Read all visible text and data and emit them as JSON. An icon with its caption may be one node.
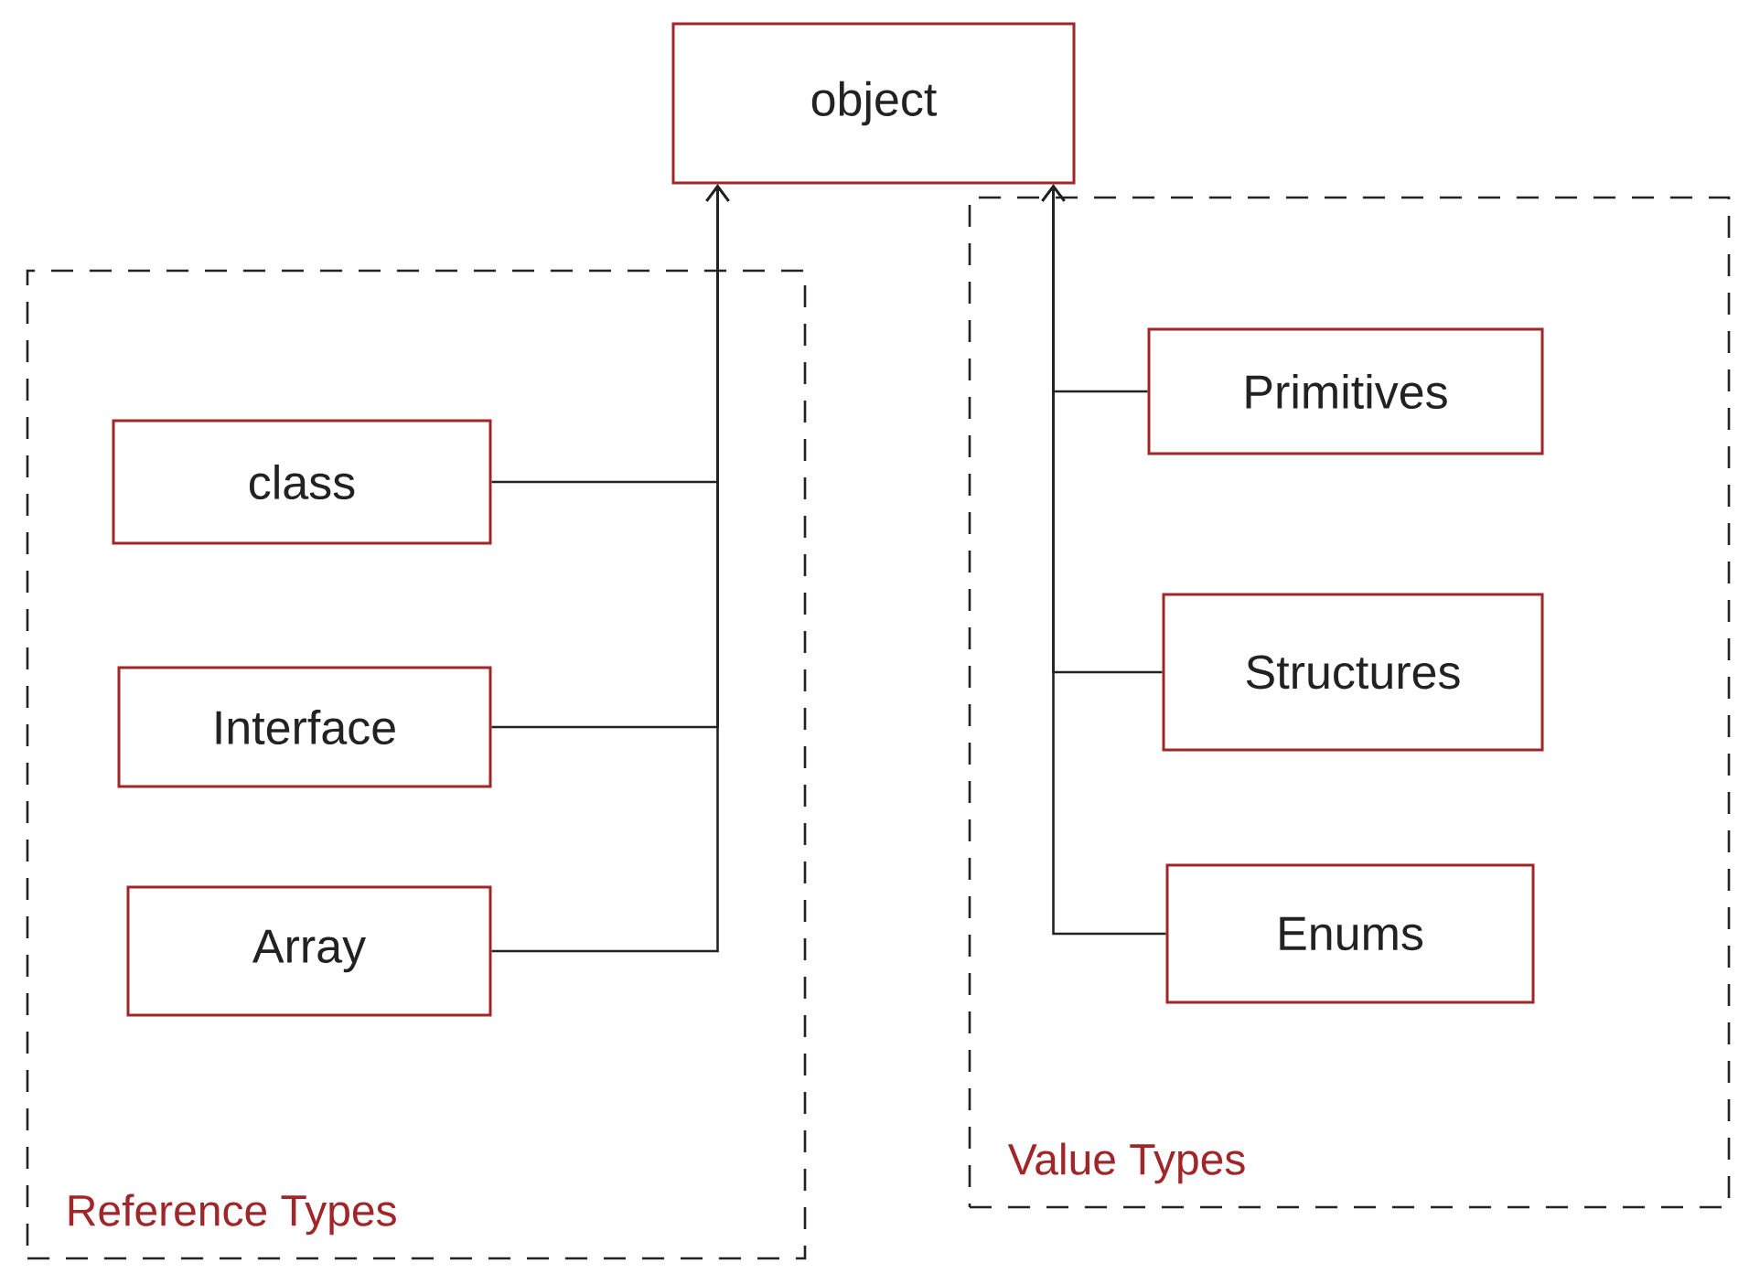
{
  "diagram": {
    "nodes": [
      {
        "text": [
          "object"
        ]
      },
      {
        "text": [
          "Reference Types"
        ]
      },
      {
        "text": [
          "class"
        ],
        "in": 1
      },
      {
        "text": [
          "Interface"
        ],
        "in": 1
      },
      {
        "text": [
          "Array"
        ],
        "in": 1
      },
      {
        "text": [
          "Value Types"
        ]
      },
      {
        "text": [
          "Primitives"
        ],
        "in": 5
      },
      {
        "text": [
          "Structures"
        ],
        "in": 5
      },
      {
        "text": [
          "Enums"
        ],
        "in": 5
      }
    ],
    "edges": [
      {
        "from": 2,
        "to": 0,
        "arrow": "to"
      },
      {
        "from": 3,
        "to": 0,
        "arrow": "to"
      },
      {
        "from": 4,
        "to": 0,
        "arrow": "to"
      },
      {
        "from": 6,
        "to": 0,
        "arrow": "to"
      },
      {
        "from": 7,
        "to": 0,
        "arrow": "to"
      },
      {
        "from": 8,
        "to": 0,
        "arrow": "to"
      }
    ]
  }
}
